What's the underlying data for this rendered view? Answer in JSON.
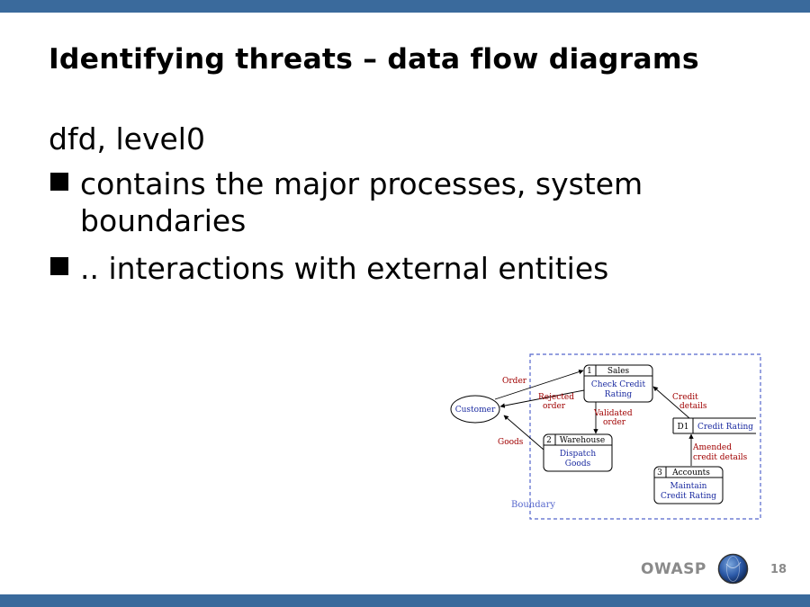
{
  "slide": {
    "title": "Identifying threats – data flow diagrams",
    "subtitle": "dfd, level0",
    "bullets": [
      "contains the major processes, system boundaries",
      ".. interactions with external entities"
    ]
  },
  "diagram": {
    "external_entity": "Customer",
    "processes": [
      {
        "id": "1",
        "name": "Sales",
        "desc_line1": "Check Credit",
        "desc_line2": "Rating"
      },
      {
        "id": "2",
        "name": "Warehouse",
        "desc_line1": "Dispatch",
        "desc_line2": "Goods"
      },
      {
        "id": "3",
        "name": "Accounts",
        "desc_line1": "Maintain",
        "desc_line2": "Credit Rating"
      }
    ],
    "data_store": {
      "id": "D1",
      "name": "Credit Rating"
    },
    "flows": {
      "order": "Order",
      "rejected_line1": "Rejected",
      "rejected_line2": "order",
      "goods": "Goods",
      "validated_line1": "Validated",
      "validated_line2": "order",
      "credit_line1": "Credit",
      "credit_line2": "details",
      "amended_line1": "Amended",
      "amended_line2": "credit details"
    },
    "boundary_label": "Boundary"
  },
  "footer": {
    "brand": "OWASP",
    "page_number": "18"
  },
  "colors": {
    "bar": "#3a6a9c",
    "flow_label": "#a00000",
    "process_text": "#1a2aa0",
    "boundary": "#5566cc",
    "footer_text": "#8a8a8a"
  }
}
